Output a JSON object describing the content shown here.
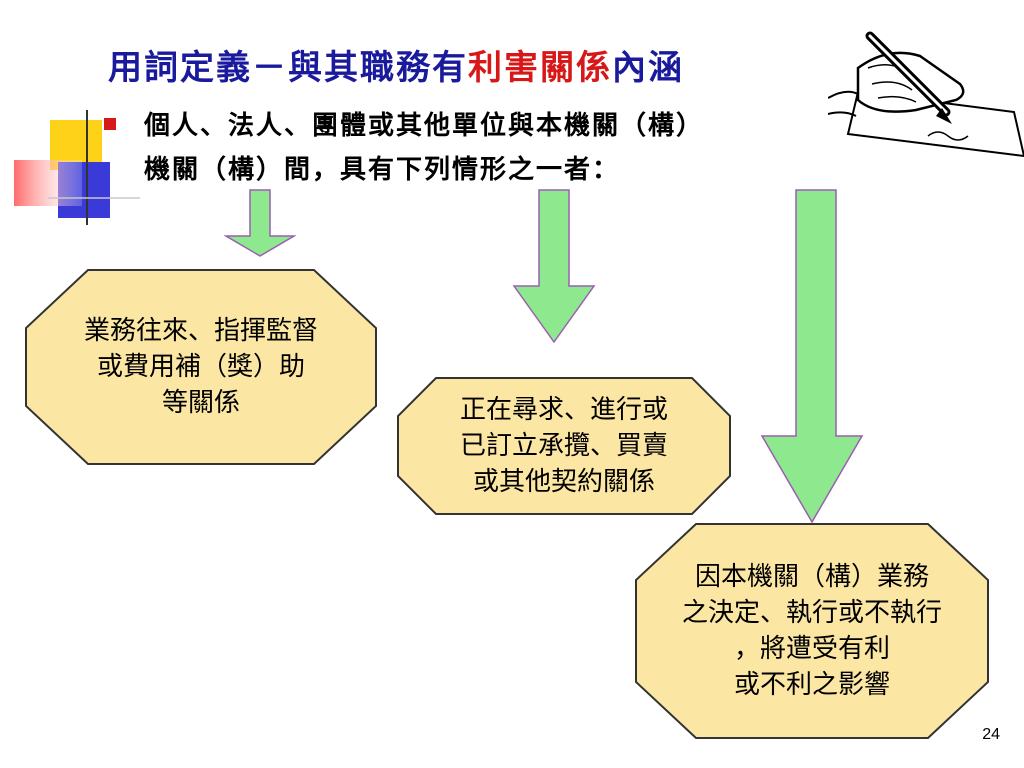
{
  "title": {
    "part_plain": "用詞定義－與其職務有",
    "part_highlight": "利害關係",
    "part_tail": "內涵"
  },
  "bullet": {
    "line1": "個人、法人、團體或其他單位與本機關（構）",
    "line2": "機關（構）間，具有下列情形之一者："
  },
  "boxes": [
    {
      "lines": [
        "業務往來、指揮監督",
        "或費用補（獎）助",
        "等關係"
      ]
    },
    {
      "lines": [
        "正在尋求、進行或",
        "已訂立承攬、買賣",
        "或其他契約關係"
      ]
    },
    {
      "lines": [
        "因本機關（構）業務",
        "之決定、執行或不執行",
        "，將遭受有利",
        "或不利之影響"
      ]
    }
  ],
  "page_number": "24",
  "colors": {
    "title": "#1a1a9c",
    "highlight": "#d81818",
    "arrow_fill": "#8ee88e",
    "arrow_stroke": "#9b5fb0",
    "box_fill": "#fbe6a3",
    "box_stroke": "#333333"
  },
  "icons": [
    "writing-hand-icon",
    "decorative-squares-icon"
  ]
}
